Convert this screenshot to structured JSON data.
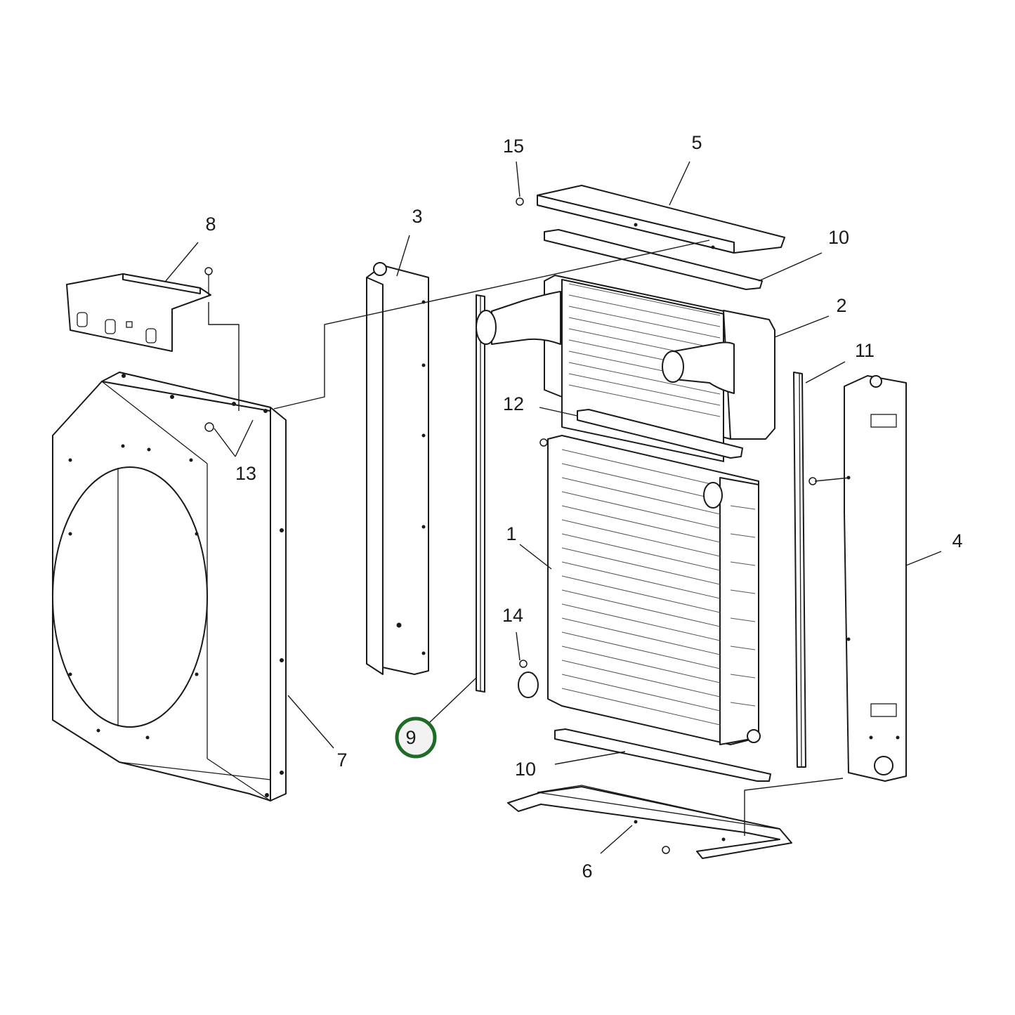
{
  "callouts": {
    "c1": "1",
    "c2": "2",
    "c3": "3",
    "c4": "4",
    "c5": "5",
    "c6": "6",
    "c7": "7",
    "c8": "8",
    "c9": "9",
    "c10_top": "10",
    "c10_bottom": "10",
    "c11": "11",
    "c12": "12",
    "c13": "13",
    "c14": "14",
    "c15": "15"
  },
  "highlight": {
    "callout": "9",
    "ring_color": "#1e6b28",
    "fill_color": "#f2f2f2"
  },
  "colors": {
    "line": "#1a1a1a",
    "background": "#ffffff"
  }
}
